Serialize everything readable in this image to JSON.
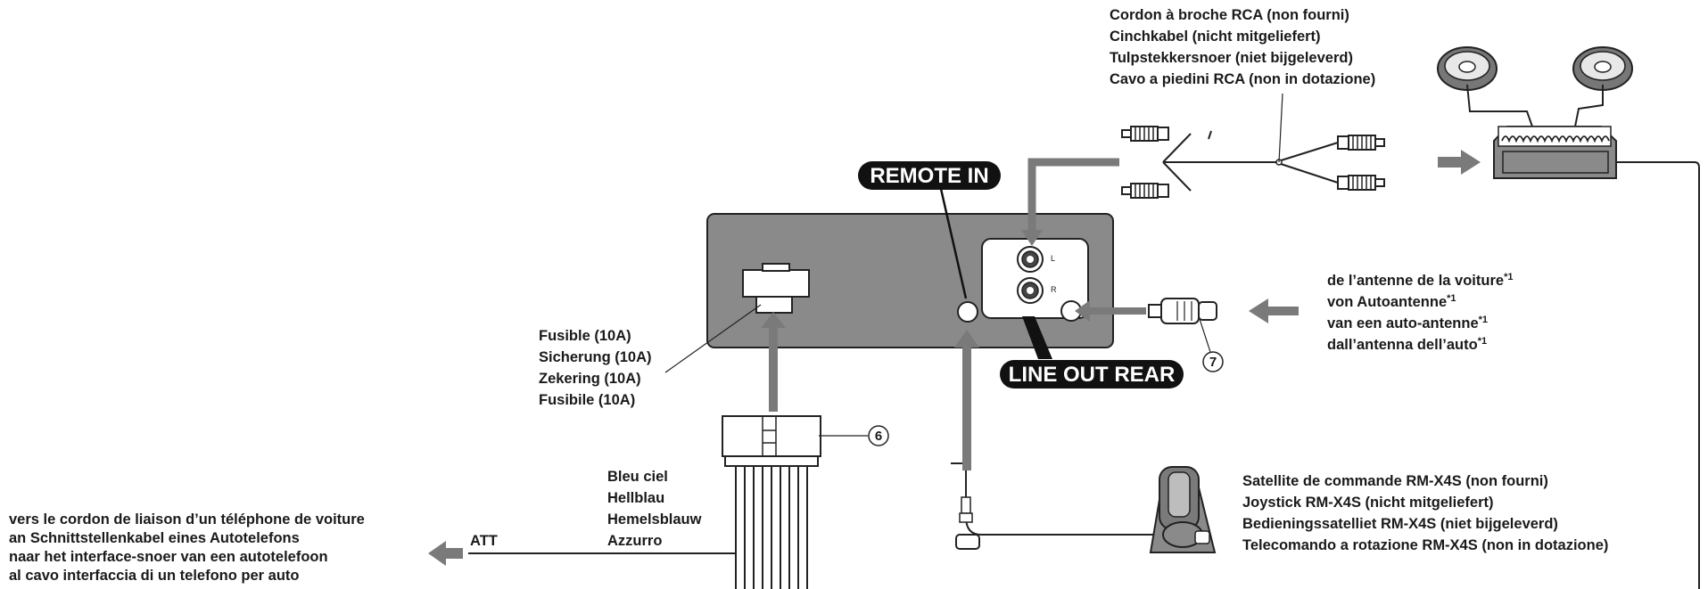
{
  "labels": {
    "rca_cord": [
      "Cordon à broche RCA (non fourni)",
      "Cinchkabel (nicht mitgeliefert)",
      "Tulpstekkersnoer (niet bijgeleverd)",
      "Cavo a piedini RCA (non in dotazione)"
    ],
    "antenna": [
      "de l’antenne de la voiture",
      "von Autoantenne",
      "van een auto-antenne",
      "dall’antenna dell’auto"
    ],
    "antenna_note": "*1",
    "fuse": [
      "Fusible (10A)",
      "Sicherung (10A)",
      "Zekering (10A)",
      "Fusibile (10A)"
    ],
    "color": [
      "Bleu ciel",
      "Hellblau",
      "Hemelsblauw",
      "Azzurro"
    ],
    "phone": [
      "vers le cordon de liaison d’un téléphone de voiture",
      "an Schnittstellenkabel eines Autotelefons",
      "naar het interface-snoer van een autotelefoon",
      "al cavo interfaccia di un telefono per auto"
    ],
    "att": "ATT",
    "satellite": [
      "Satellite de commande RM-X4S (non fourni)",
      "Joystick RM-X4S (nicht mitgeliefert)",
      "Bedieningssatelliet RM-X4S (niet bijgeleverd)",
      "Telecomando a rotazione RM-X4S (non in dotazione)"
    ],
    "remote_in": "REMOTE IN",
    "line_out_rear": "LINE OUT REAR",
    "jack_l": "L",
    "jack_r": "R",
    "ref_connector": "6",
    "ref_antenna": "7"
  }
}
